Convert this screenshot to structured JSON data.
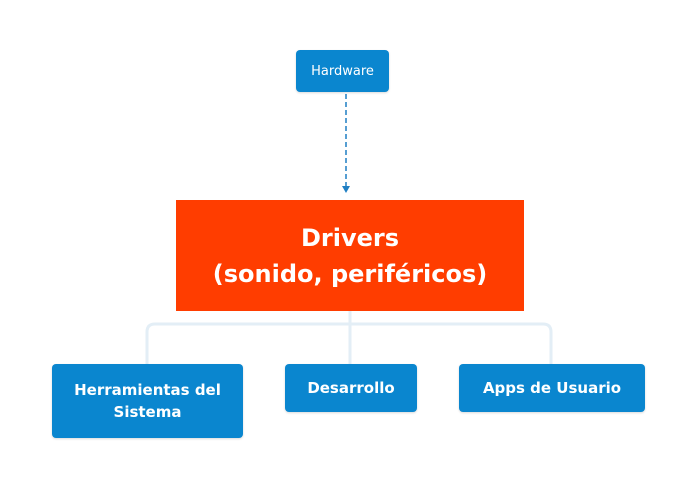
{
  "diagram": {
    "nodes": {
      "hardware": {
        "label": "Hardware"
      },
      "drivers": {
        "line1": "Drivers",
        "line2": "(sonido, periféricos)"
      },
      "herramientas": {
        "label": "Herramientas del Sistema"
      },
      "desarrollo": {
        "label": "Desarrollo"
      },
      "apps": {
        "label": "Apps de Usuario"
      }
    },
    "colors": {
      "node_blue": "#0a86cf",
      "node_orange": "#ff3d00",
      "dashed_arrow": "#1f7fc3",
      "tree_lines": "#e3eef6",
      "text": "#ffffff"
    }
  }
}
